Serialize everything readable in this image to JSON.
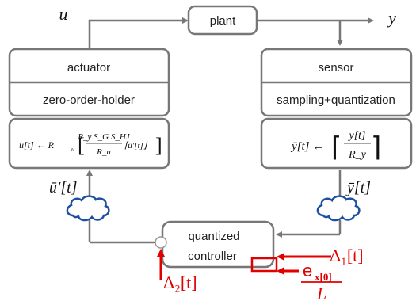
{
  "blocks": {
    "plant": "plant",
    "actuator": "actuator",
    "zoh": "zero-order-holder",
    "sensor": "sensor",
    "sampling": "sampling+quantization",
    "controller_line1": "quantized",
    "controller_line2": "controller"
  },
  "signals": {
    "u": "u",
    "y": "y",
    "u_bar_prime": "ū′[t]",
    "y_bar": "ȳ[t]"
  },
  "disturbances": {
    "delta1": "Δ₁[t]",
    "delta2": "Δ₂[t]",
    "error_numerator": "e",
    "error_subscript": "x[0]",
    "error_denominator": "L"
  },
  "equations": {
    "actuator_lhs": "u[t] ← R",
    "actuator_sub": "u",
    "actuator_num": "R_y S_G S_HJ",
    "actuator_den": "R_u",
    "actuator_tail": "⌈ū′[t]⌋",
    "sensor_lhs": "ȳ[t] ←",
    "sensor_num": "y[t]",
    "sensor_den": "R_y"
  },
  "colors": {
    "accent": "#e00000",
    "line": "#777777",
    "cloud": "#1f4fa0"
  }
}
